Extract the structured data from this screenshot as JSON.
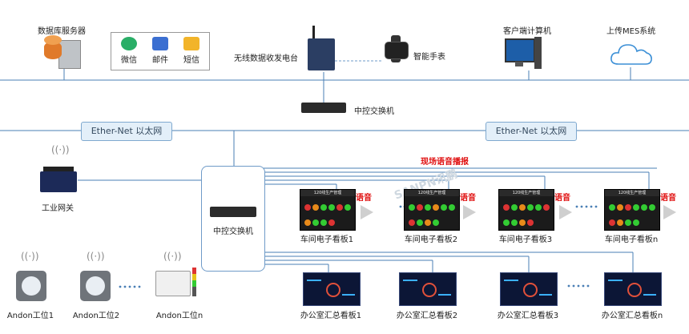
{
  "labels": {
    "db_server": "数据库服务器",
    "wechat": "微信",
    "email": "邮件",
    "sms": "短信",
    "radio_station": "无线数据收发电台",
    "smart_watch": "智能手表",
    "client_pc": "客户端计算机",
    "mes": "上传MES系统",
    "central_switch_top": "中控交换机",
    "ethernet_left": "Ether-Net 以太网",
    "ethernet_right": "Ether-Net 以太网",
    "onsite_voice": "现场语音播报",
    "industrial_gateway": "工业网关",
    "central_switch_core": "中控交换机",
    "voice": "语音",
    "andon_1": "Andon工位1",
    "andon_2": "Andon工位2",
    "andon_n": "Andon工位n",
    "watermark": "SANPN讯鹏"
  },
  "workshop_boards": [
    {
      "label": "车间电子看板1",
      "title": "120线生产管理"
    },
    {
      "label": "车间电子看板2",
      "title": "120线生产管理"
    },
    {
      "label": "车间电子看板3",
      "title": "120线生产管理"
    },
    {
      "label": "车间电子看板n",
      "title": "120线生产管理"
    }
  ],
  "office_boards": [
    {
      "label": "办公室汇总看板1"
    },
    {
      "label": "办公室汇总看板2"
    },
    {
      "label": "办公室汇总看板3"
    },
    {
      "label": "办公室汇总看板n"
    }
  ],
  "colors": {
    "network_line": "#4a7fb5",
    "voice_red": "#e01010",
    "pill_bg": "#e3eff9"
  }
}
